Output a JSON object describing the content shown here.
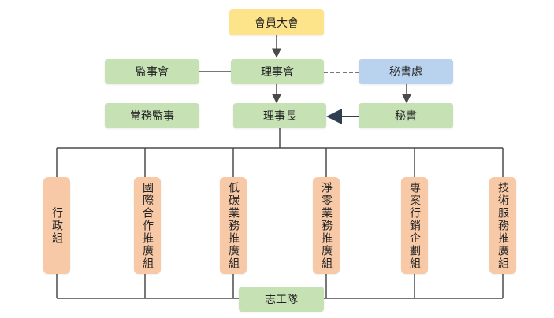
{
  "diagram": {
    "general_assembly": "會員大會",
    "supervisors_board": "監事會",
    "board_of_directors": "理事會",
    "secretariat": "秘書處",
    "standing_supervisor": "常務監事",
    "chairman": "理事長",
    "secretary": "秘書",
    "groups": [
      "行政組",
      "國際合作推廣組",
      "低碳業務推廣組",
      "淨零業務推廣組",
      "專案行銷企劃組",
      "技術服務推廣組"
    ],
    "volunteers": "志工隊"
  },
  "colors": {
    "yellow": "#fde48a",
    "green": "#c6e2b5",
    "blue": "#b9d3ee",
    "orange": "#f8c9a7",
    "line": "#4a4a4a"
  }
}
